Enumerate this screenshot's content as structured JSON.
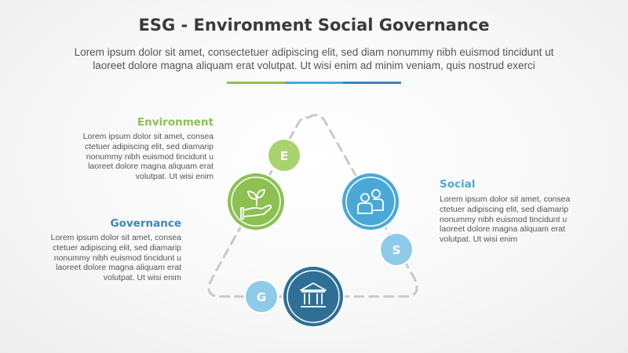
{
  "title": "ESG - Environment Social Governance",
  "subtitle_line1": "Lorem ipsum dolor sit amet, consectetuer adipiscing elit, sed diam nonummy nibh euismod tincidunt ut",
  "subtitle_line2": "laoreet dolore magna aliquam erat volutpat. Ut wisi enim ad minim veniam, quis nostrud exerci",
  "colors": {
    "green": "#8cc152",
    "light_green": "#a9d36e",
    "blue": "#4aa8d8",
    "light_blue": "#8dcbe9",
    "dark_blue": "#2f6f96",
    "mid_blue": "#3d86b8",
    "dashed_line": "#c9c9c9"
  },
  "sections": {
    "environment": {
      "heading": "Environment",
      "letter": "E",
      "icon": "plant-in-hand-icon",
      "lines": [
        "Lorem ipsum dolor sit amet, consea",
        "ctetuer adipiscing elit, sed diamarip",
        "nonummy nibh euismod tincidunt u",
        "laoreet dolore magna aliquam erat",
        "volutpat. Ut wisi enim"
      ]
    },
    "social": {
      "heading": "Social",
      "letter": "S",
      "icon": "people-icon",
      "lines": [
        "Lorem ipsum dolor sit amet, consea",
        "ctetuer adipiscing elit, sed diamarip",
        "nonummy nibh euismod tincidunt u",
        "laoreet dolore magna aliquam erat",
        "volutpat. Ut wisi enim"
      ]
    },
    "governance": {
      "heading": "Governance",
      "letter": "G",
      "icon": "government-building-icon",
      "lines": [
        "Lorem ipsum dolor sit amet, consea",
        "ctetuer adipiscing elit, sed diamarip",
        "nonummy nibh euismod tincidunt u",
        "laoreet dolore magna aliquam erat",
        "volutpat. Ut wisi enim"
      ]
    }
  }
}
